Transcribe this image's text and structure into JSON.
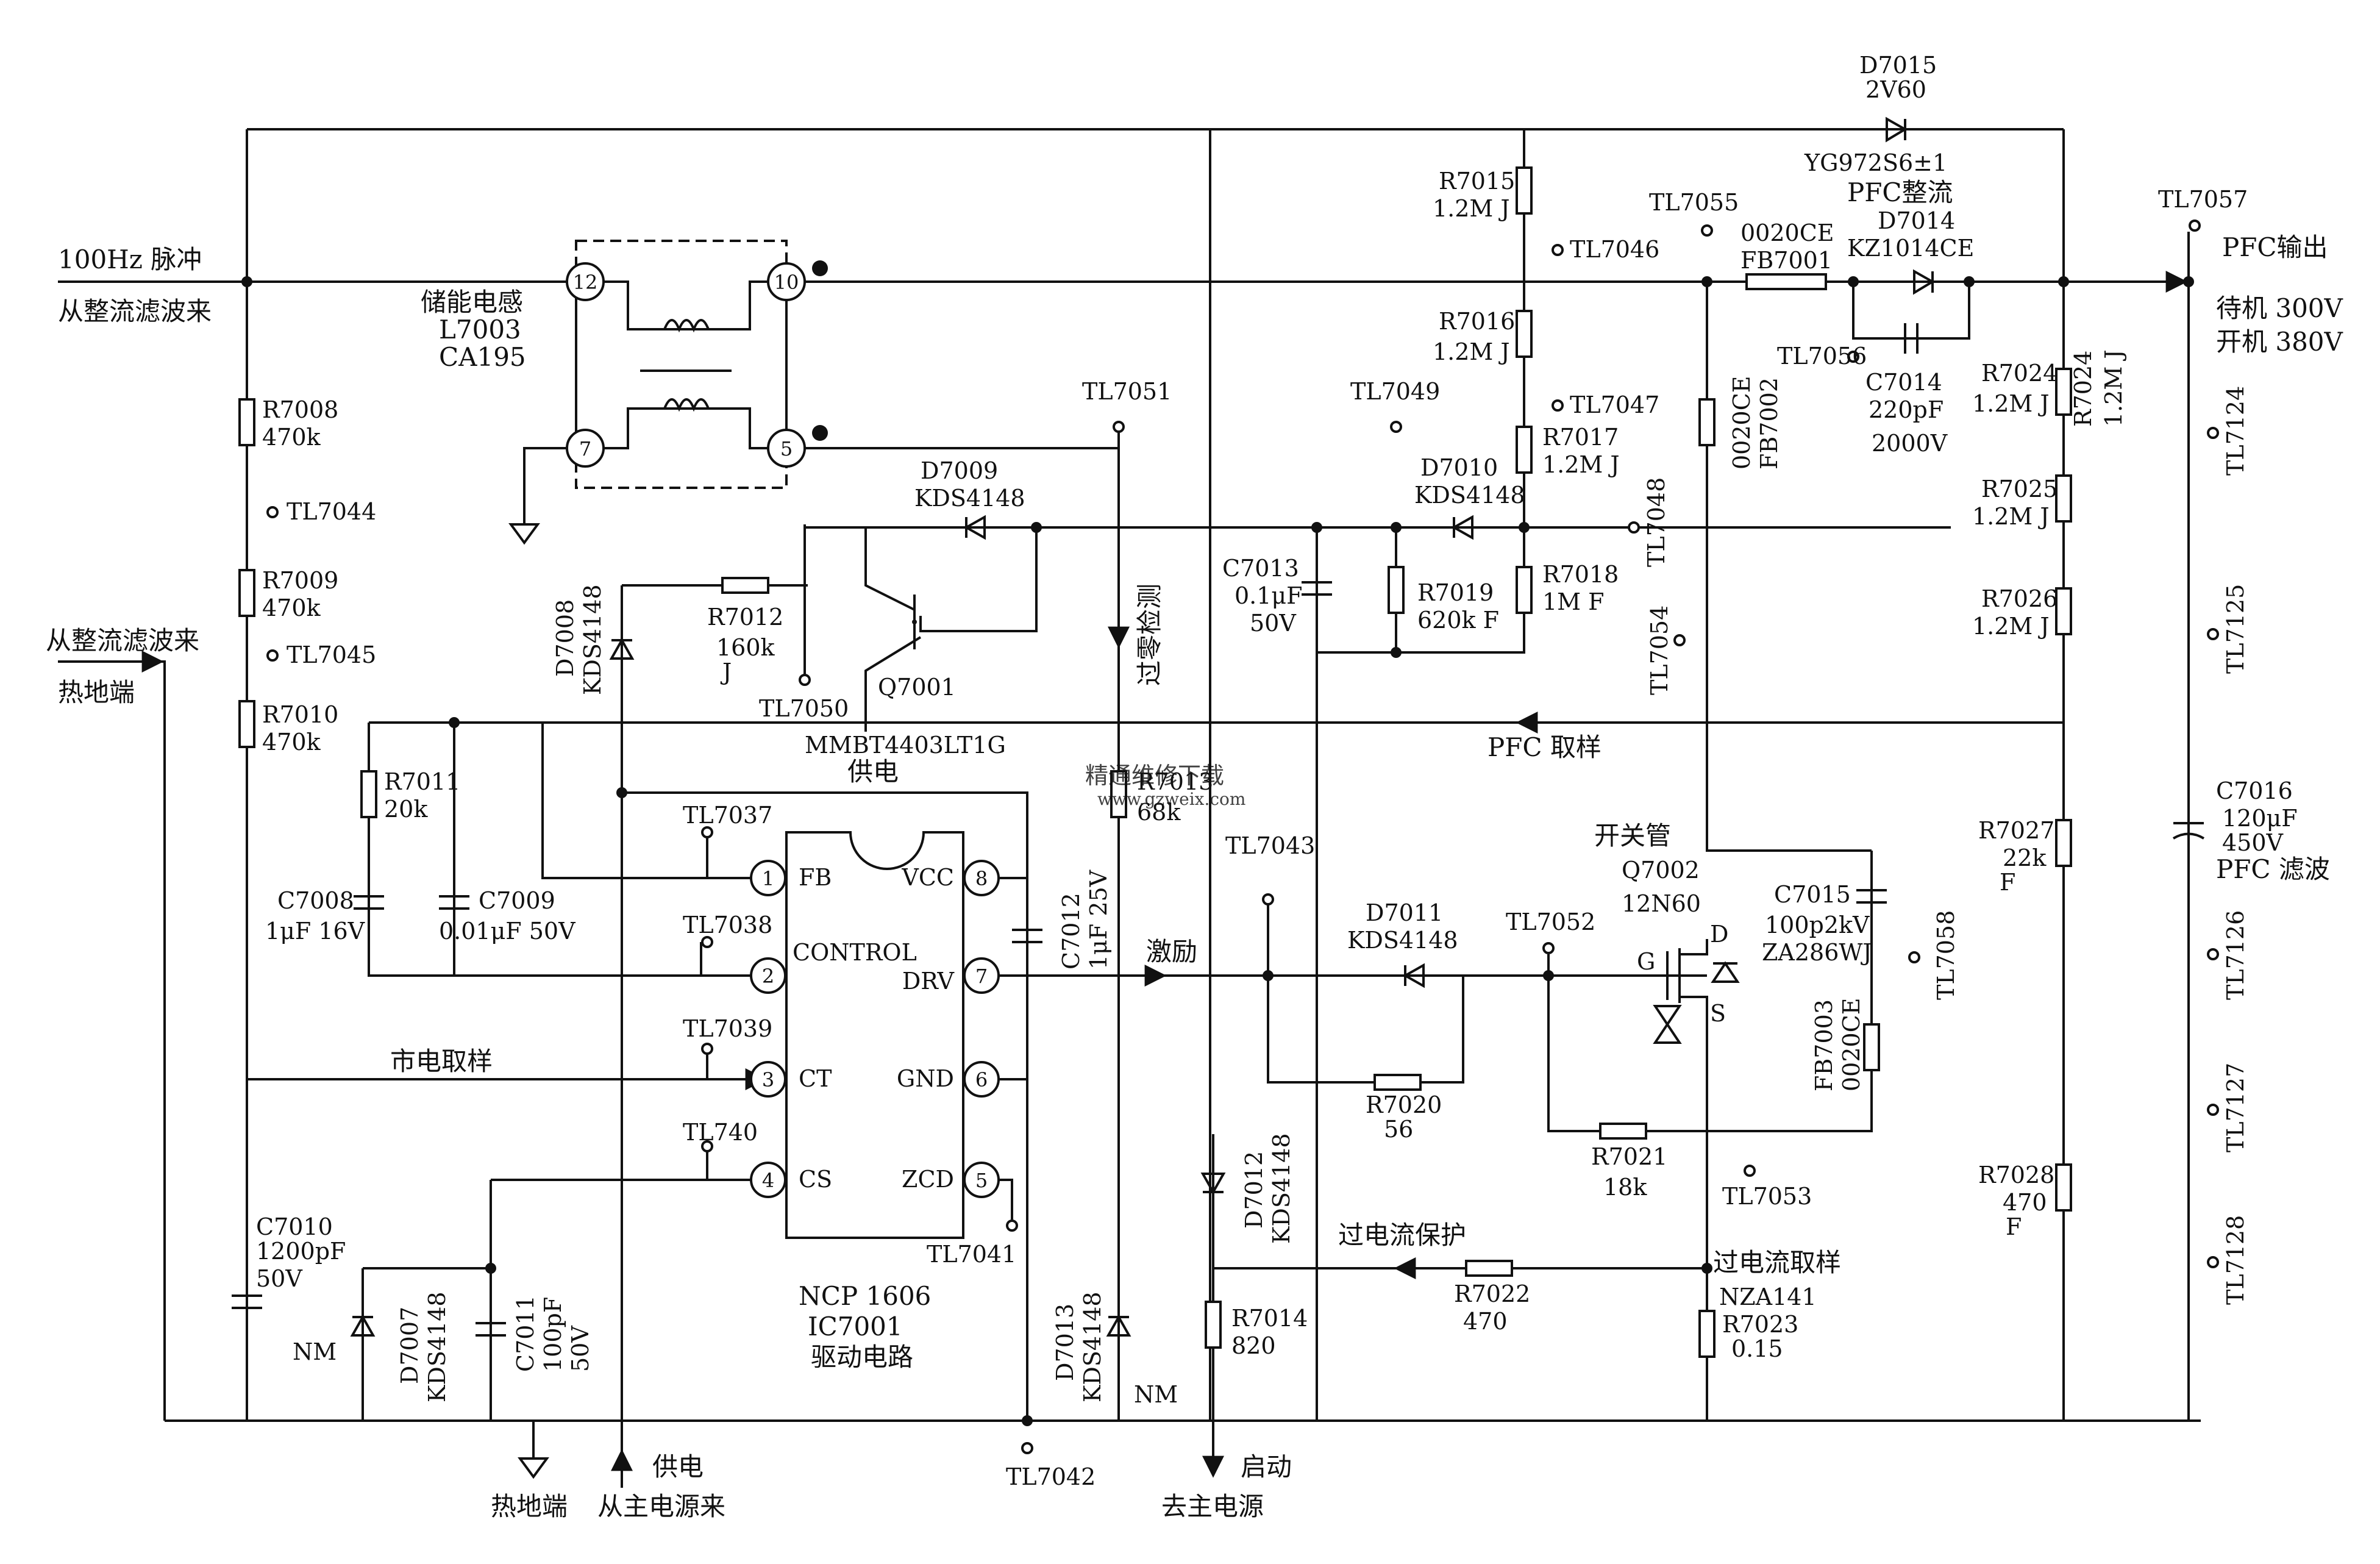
{
  "diagram": {
    "caption": "",
    "watermark": {
      "site": "精通维修下载",
      "url": "www.gzweix.com"
    },
    "inputs": {
      "pulse_100hz": "100Hz 脉冲",
      "from_rectifier_1": "从整流滤波来",
      "from_rectifier_2": "从整流滤波来",
      "hot_ground_left": "热地端",
      "hot_ground_bottom": "热地端",
      "supply_in_1": "供电",
      "supply_in_2": "从主电源来",
      "start_1": "启动",
      "start_2": "去主电源"
    },
    "outputs": {
      "pfc_out": "PFC输出",
      "standby": "待机 300V",
      "on": "开机 380V"
    },
    "signals": {
      "zero_detect": "过零检测",
      "pfc_sample": "PFC 取样",
      "supply": "供电",
      "drive": "激励",
      "mains_sample": "市电取样",
      "overcurrent_protect": "过电流保护",
      "overcurrent_sample": "过电流取样",
      "pfc_rectify": "PFC整流",
      "switch_tube": "开关管",
      "pfc_filter": "PFC 滤波"
    },
    "ic": {
      "title": "CONTROL",
      "name1": "NCP 1606",
      "name2": "IC7001",
      "name3": "驱动电路",
      "pins": [
        {
          "num": "1",
          "name": "FB"
        },
        {
          "num": "2",
          "name": ""
        },
        {
          "num": "3",
          "name": "CT"
        },
        {
          "num": "4",
          "name": "CS"
        },
        {
          "num": "5",
          "name": "ZCD"
        },
        {
          "num": "6",
          "name": "GND"
        },
        {
          "num": "7",
          "name": "DRV"
        },
        {
          "num": "8",
          "name": "VCC"
        }
      ]
    },
    "inductor": {
      "label1": "储能电感",
      "label2": "L7003",
      "label3": "CA195",
      "pins": [
        "12",
        "10",
        "7",
        "5"
      ]
    },
    "transistor": {
      "ref": "Q7001",
      "part": "MMBT4403LT1G"
    },
    "mosfet": {
      "ref": "Q7002",
      "part": "12N60",
      "g": "G",
      "d": "D",
      "s": "S"
    },
    "resistors": [
      {
        "ref": "R7008",
        "val": "470k"
      },
      {
        "ref": "R7009",
        "val": "470k"
      },
      {
        "ref": "R7010",
        "val": "470k"
      },
      {
        "ref": "R7011",
        "val": "20k"
      },
      {
        "ref": "R7012",
        "val": "160k",
        "val2": "J"
      },
      {
        "ref": "R7013",
        "val": "68k"
      },
      {
        "ref": "R7014",
        "val": "820"
      },
      {
        "ref": "R7015",
        "val": "1.2M J"
      },
      {
        "ref": "R7016",
        "val": "1.2M J"
      },
      {
        "ref": "R7017",
        "val": "1.2M J"
      },
      {
        "ref": "R7018",
        "val": "1M F"
      },
      {
        "ref": "R7019",
        "val": "620k F"
      },
      {
        "ref": "R7020",
        "val": "56"
      },
      {
        "ref": "R7021",
        "val": "18k"
      },
      {
        "ref": "R7022",
        "val": "470"
      },
      {
        "ref": "R7023",
        "val": "0.15",
        "part": "NZA141"
      },
      {
        "ref": "R7024",
        "val": "1.2M J"
      },
      {
        "ref": "R7025",
        "val": "1.2M J"
      },
      {
        "ref": "R7026",
        "val": "1.2M J"
      },
      {
        "ref": "R7027",
        "val": "22k",
        "val2": "F"
      },
      {
        "ref": "R7028",
        "val": "470",
        "val2": "F"
      }
    ],
    "capacitors": [
      {
        "ref": "C7008",
        "val": "1μF 16V"
      },
      {
        "ref": "C7009",
        "val": "0.01μF 50V"
      },
      {
        "ref": "C7010",
        "val": "1200pF",
        "val2": "50V"
      },
      {
        "ref": "C7011",
        "val": "100pF",
        "val2": "50V"
      },
      {
        "ref": "C7012",
        "val": "1μF 25V"
      },
      {
        "ref": "C7013",
        "val": "0.1μF",
        "val2": "50V"
      },
      {
        "ref": "C7014",
        "val": "220pF",
        "val2": "2000V"
      },
      {
        "ref": "C7015",
        "val": "100p2kV",
        "val2": "ZA286WJ"
      },
      {
        "ref": "C7016",
        "val": "120μF",
        "val2": "450V"
      }
    ],
    "diodes": [
      {
        "ref": "D7007",
        "part": "KDS4148"
      },
      {
        "ref": "D7008",
        "part": "KDS4148"
      },
      {
        "ref": "D7009",
        "part": "KDS4148"
      },
      {
        "ref": "D7010",
        "part": "KDS4148"
      },
      {
        "ref": "D7011",
        "part": "KDS4148"
      },
      {
        "ref": "D7012",
        "part": "KDS4148"
      },
      {
        "ref": "D7013",
        "part": "KDS4148"
      },
      {
        "ref": "D7014",
        "part": "KZ1014CE"
      },
      {
        "ref": "D7015",
        "part": "2V60",
        "part2": "YG972S6±1"
      }
    ],
    "beads": [
      {
        "ref": "FB7001",
        "part": "0020CE"
      },
      {
        "ref": "FB7002",
        "part": "0020CE"
      },
      {
        "ref": "FB7003",
        "part": "0020CE"
      }
    ],
    "nm": "NM",
    "testpoints": [
      "TL7044",
      "TL7045",
      "TL7046",
      "TL7047",
      "TL7048",
      "TL7049",
      "TL7050",
      "TL7051",
      "TL7053",
      "TL7054",
      "TL7055",
      "TL7056",
      "TL7057",
      "TL7058",
      "TL7037",
      "TL7038",
      "TL7039",
      "TL740",
      "TL7041",
      "TL7042",
      "TL7043",
      "TL7052",
      "TL7124",
      "TL7125",
      "TL7126",
      "TL7127",
      "TL7128"
    ]
  }
}
